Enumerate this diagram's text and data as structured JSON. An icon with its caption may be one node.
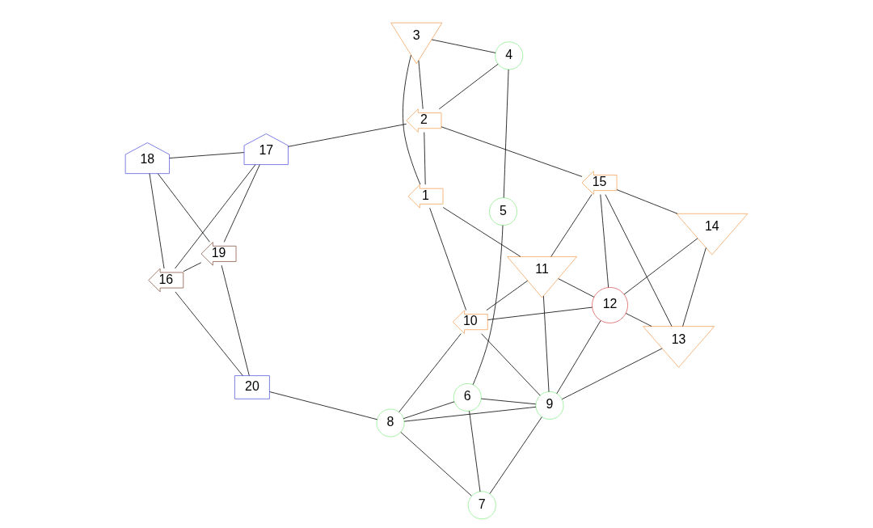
{
  "diagram": {
    "nodes": [
      {
        "text": [
          "1"
        ]
      },
      {
        "text": [
          "2"
        ]
      },
      {
        "text": [
          "3"
        ]
      },
      {
        "text": [
          "4"
        ]
      },
      {
        "text": [
          "5"
        ]
      },
      {
        "text": [
          "6"
        ]
      },
      {
        "text": [
          "7"
        ]
      },
      {
        "text": [
          "8"
        ]
      },
      {
        "text": [
          "9"
        ]
      },
      {
        "text": [
          "10"
        ]
      },
      {
        "text": [
          "11"
        ]
      },
      {
        "text": [
          "12"
        ]
      },
      {
        "text": [
          "13"
        ]
      },
      {
        "text": [
          "14"
        ]
      },
      {
        "text": [
          "15"
        ]
      },
      {
        "text": [
          "16"
        ]
      },
      {
        "text": [
          "17"
        ]
      },
      {
        "text": [
          "18"
        ]
      },
      {
        "text": [
          "19"
        ]
      },
      {
        "text": [
          "20"
        ]
      }
    ],
    "edges": [
      {
        "from": 17,
        "to": 16,
        "arrow": "none"
      },
      {
        "from": 16,
        "to": 1,
        "arrow": "none"
      },
      {
        "from": 17,
        "to": 18,
        "arrow": "none"
      },
      {
        "from": 16,
        "to": 18,
        "arrow": "none"
      },
      {
        "from": 16,
        "to": 15,
        "arrow": "none"
      },
      {
        "from": 17,
        "to": 15,
        "arrow": "none"
      },
      {
        "from": 18,
        "to": 19,
        "arrow": "none"
      },
      {
        "from": 18,
        "to": 15,
        "arrow": "none"
      },
      {
        "from": 19,
        "to": 15,
        "arrow": "none"
      },
      {
        "from": 19,
        "to": 7,
        "arrow": "none"
      },
      {
        "from": 7,
        "to": 5,
        "arrow": "none"
      },
      {
        "from": 5,
        "to": 4,
        "arrow": "none"
      },
      {
        "from": 7,
        "to": 8,
        "arrow": "none"
      },
      {
        "from": 7,
        "to": 6,
        "arrow": "none"
      },
      {
        "from": 5,
        "to": 8,
        "arrow": "none"
      },
      {
        "from": 5,
        "to": 6,
        "arrow": "none"
      },
      {
        "from": 8,
        "to": 6,
        "arrow": "none"
      },
      {
        "from": 7,
        "to": 9,
        "arrow": "none"
      },
      {
        "from": 4,
        "to": 3,
        "arrow": "none"
      },
      {
        "from": 3,
        "to": 1,
        "arrow": "none"
      },
      {
        "from": 3,
        "to": 2,
        "arrow": "none"
      },
      {
        "from": 1,
        "to": 2,
        "arrow": "none"
      },
      {
        "from": 1,
        "to": 0,
        "arrow": "none"
      },
      {
        "from": 2,
        "to": 0,
        "arrow": "none"
      },
      {
        "from": 1,
        "to": 14,
        "arrow": "none"
      },
      {
        "from": 9,
        "to": 0,
        "arrow": "none"
      },
      {
        "from": 10,
        "to": 0,
        "arrow": "none"
      },
      {
        "from": 8,
        "to": 9,
        "arrow": "none"
      },
      {
        "from": 11,
        "to": 8,
        "arrow": "none"
      },
      {
        "from": 13,
        "to": 11,
        "arrow": "none"
      },
      {
        "from": 13,
        "to": 12,
        "arrow": "none"
      },
      {
        "from": 13,
        "to": 14,
        "arrow": "none"
      },
      {
        "from": 11,
        "to": 12,
        "arrow": "none"
      },
      {
        "from": 11,
        "to": 14,
        "arrow": "none"
      },
      {
        "from": 8,
        "to": 12,
        "arrow": "none"
      },
      {
        "from": 11,
        "to": 10,
        "arrow": "none"
      },
      {
        "from": 11,
        "to": 9,
        "arrow": "none"
      },
      {
        "from": 8,
        "to": 10,
        "arrow": "none"
      },
      {
        "from": 10,
        "to": 9,
        "arrow": "none"
      },
      {
        "from": 14,
        "to": 12,
        "arrow": "none"
      },
      {
        "from": 14,
        "to": 10,
        "arrow": "none"
      }
    ]
  }
}
